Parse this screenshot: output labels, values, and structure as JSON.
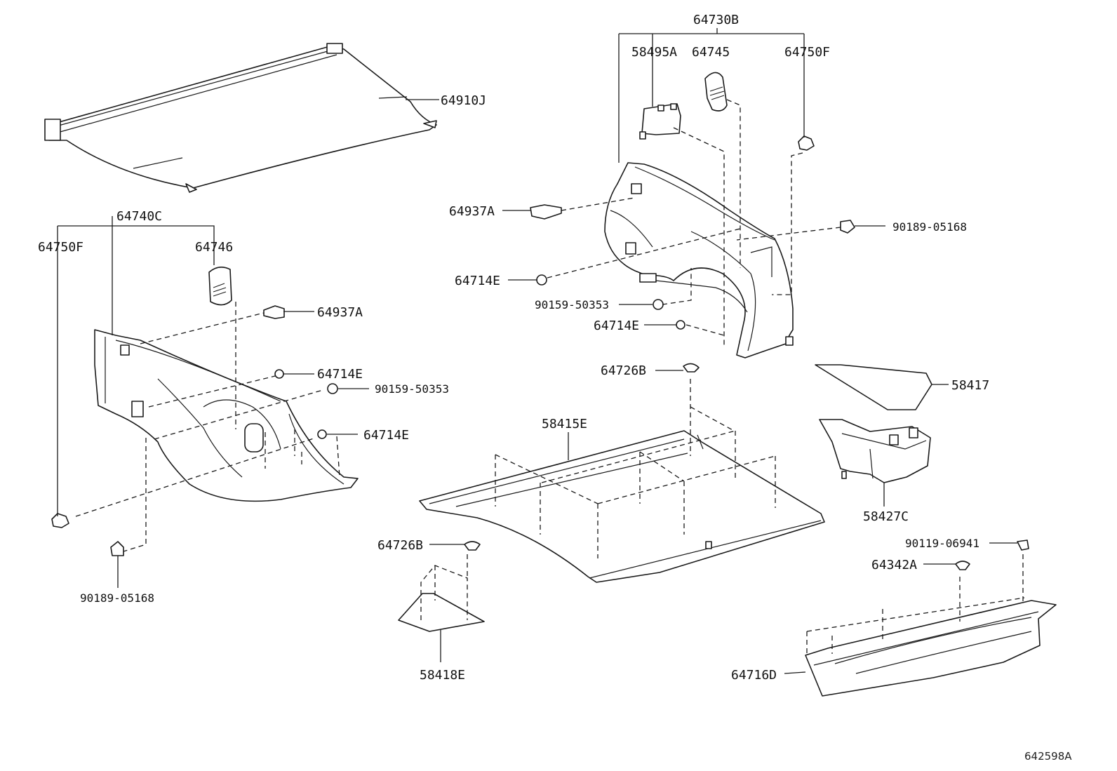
{
  "diagram_id": "642598A",
  "parts": {
    "p64910J": "64910J",
    "p64740C": "64740C",
    "p64750F_left": "64750F",
    "p64746": "64746",
    "p64937A_left": "64937A",
    "p64714E_left_upper": "64714E",
    "p90159_left": "90159-50353",
    "p64714E_left_lower": "64714E",
    "p90189_left": "90189-05168",
    "p64730B": "64730B",
    "p58495A": "58495A",
    "p64745": "64745",
    "p64750F_right": "64750F",
    "p64937A_right": "64937A",
    "p90189_right": "90189-05168",
    "p64714E_right_upper": "64714E",
    "p90159_right": "90159-50353",
    "p64714E_right_lower": "64714E",
    "p64726B_upper": "64726B",
    "p58417": "58417",
    "p58415E": "58415E",
    "p58427C": "58427C",
    "p64726B_lower": "64726B",
    "p90119": "90119-06941",
    "p64342A": "64342A",
    "p58418E": "58418E",
    "p64716D": "64716D"
  }
}
